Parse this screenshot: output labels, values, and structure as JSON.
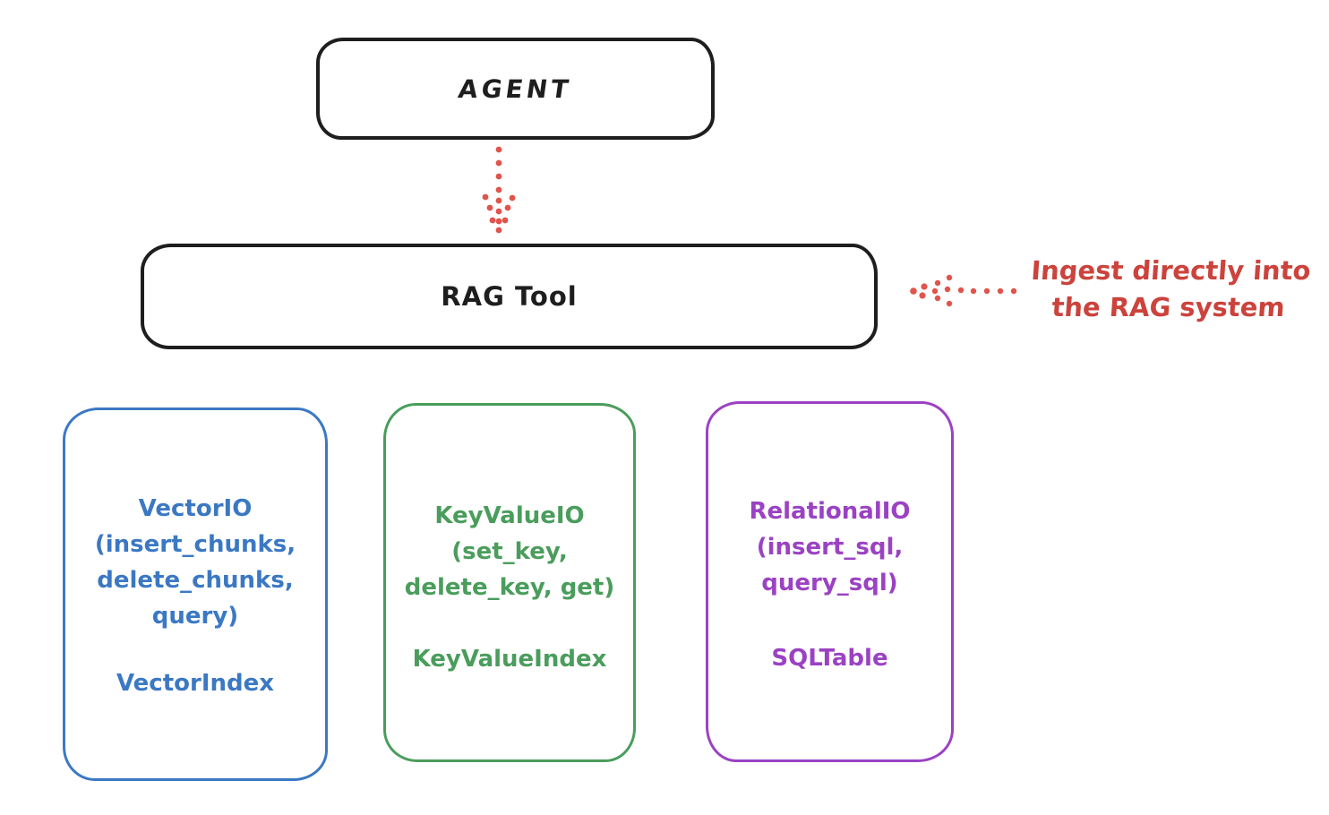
{
  "agent_box": {
    "label": "AGENT",
    "color": "#1e1e1e"
  },
  "rag_tool_box": {
    "label": "RAG Tool",
    "color": "#1e1e1e"
  },
  "ingest_annotation": {
    "line1": "Ingest directly into",
    "line2": "the RAG system",
    "text_color": "#cb433c",
    "arrow_color": "#e0544c"
  },
  "storage_boxes": [
    {
      "name": "vector-io",
      "color": "#3b78c4",
      "lines": [
        "VectorIO",
        "(insert_chunks,",
        "delete_chunks,",
        "query)"
      ],
      "footer": "VectorIndex"
    },
    {
      "name": "key-value-io",
      "color": "#4a9d5c",
      "lines": [
        "KeyValueIO",
        "(set_key,",
        "delete_key, get)"
      ],
      "footer": "KeyValueIndex"
    },
    {
      "name": "relational-io",
      "color": "#9b42c3",
      "lines": [
        "RelationalIO",
        "(insert_sql,",
        "query_sql)"
      ],
      "footer": "SQLTable"
    }
  ]
}
